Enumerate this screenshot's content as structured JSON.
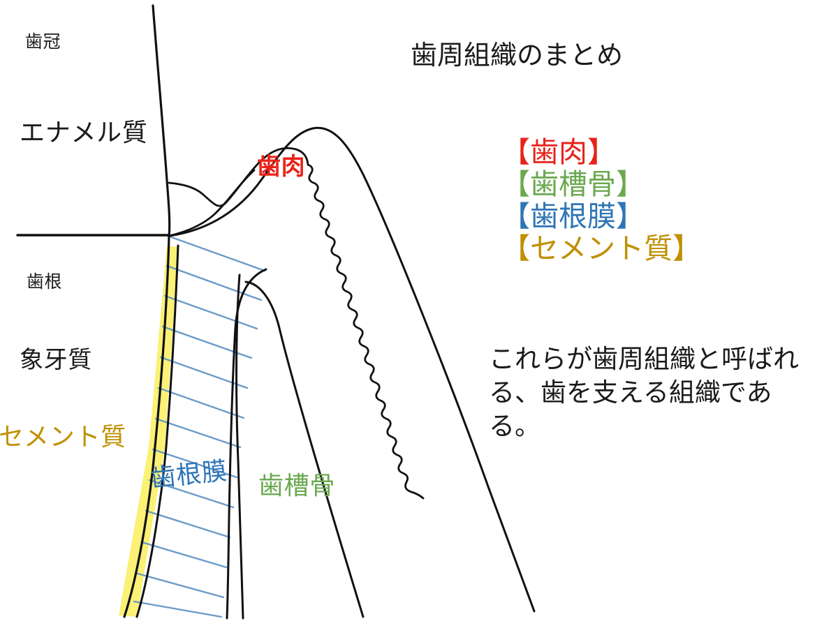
{
  "title": "歯周組織のまとめ",
  "diagram_labels": {
    "crown": "歯冠",
    "enamel": "エナメル質",
    "root": "歯根",
    "dentin": "象牙質",
    "cementum": "セメント質",
    "periodontal_ligament": "歯根膜",
    "alveolar_bone": "歯槽骨",
    "gingiva": "歯肉"
  },
  "legend": [
    {
      "label": "【歯肉】",
      "color": "#E8231A"
    },
    {
      "label": "【歯槽骨】",
      "color": "#6AA84F"
    },
    {
      "label": "【歯根膜】",
      "color": "#2E75B6"
    },
    {
      "label": "【セメント質】",
      "color": "#BF9000"
    }
  ],
  "description": "これらが歯周組織と呼ばれる、歯を支える組織である。",
  "colors": {
    "gingiva_red": "#E8231A",
    "alveolar_bone_green": "#6AA84F",
    "pdl_blue": "#2E75B6",
    "cementum_gold": "#BF9000",
    "cementum_band_yellow": "#FAF069",
    "hatch_blue": "#6A9BC8",
    "outline_black": "#1a1a1a",
    "background": "#FFFFFF"
  }
}
